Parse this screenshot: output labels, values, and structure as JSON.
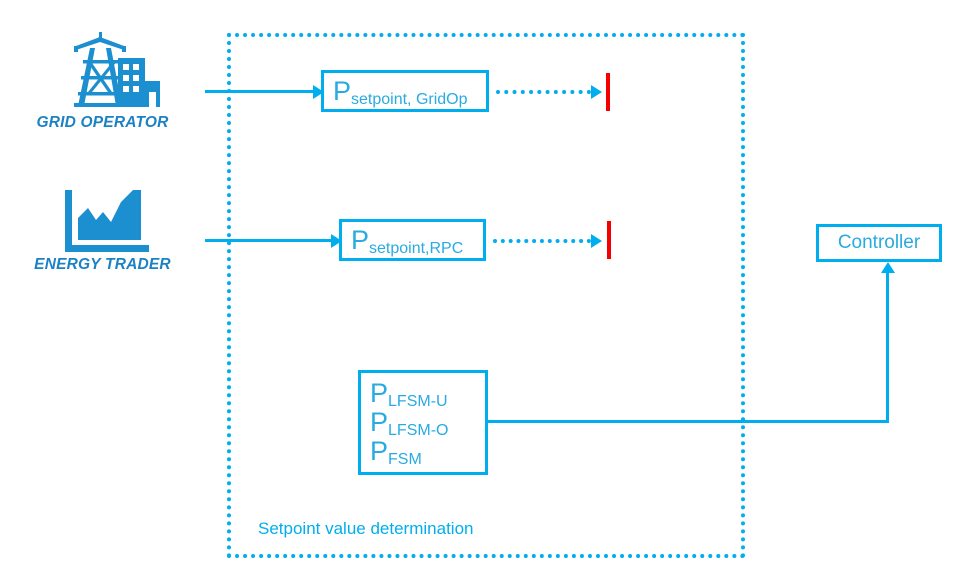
{
  "diagram": {
    "region": {
      "label": "Setpoint value determination",
      "border_color": "#00AEEF",
      "style": "dotted"
    },
    "colors": {
      "primary_blue": "#00AEEF",
      "text_blue": "#29ABE2",
      "caption_blue": "#1C82C4",
      "marker_red": "#F40000",
      "background": "#ffffff"
    },
    "actors": [
      {
        "id": "grid-operator",
        "caption": "GRID OPERATOR",
        "icon": "transmission-tower-buildings-icon"
      },
      {
        "id": "energy-trader",
        "caption": "ENERGY TRADER",
        "icon": "area-chart-icon"
      }
    ],
    "boxes": [
      {
        "id": "p-setpoint-gridop",
        "lines": [
          {
            "symbol": "P",
            "subscript": "setpoint, GridOp"
          }
        ]
      },
      {
        "id": "p-setpoint-rpc",
        "lines": [
          {
            "symbol": "P",
            "subscript": "setpoint,RPC"
          }
        ]
      },
      {
        "id": "p-lfsm-fsm",
        "lines": [
          {
            "symbol": "P",
            "subscript": "LFSM-U"
          },
          {
            "symbol": "P",
            "subscript": "LFSM-O"
          },
          {
            "symbol": "P",
            "subscript": "FSM"
          }
        ]
      }
    ],
    "controller": {
      "label": "Controller"
    },
    "markers": [
      {
        "id": "red-marker-gridop",
        "color": "#F40000"
      },
      {
        "id": "red-marker-rpc",
        "color": "#F40000"
      }
    ]
  }
}
